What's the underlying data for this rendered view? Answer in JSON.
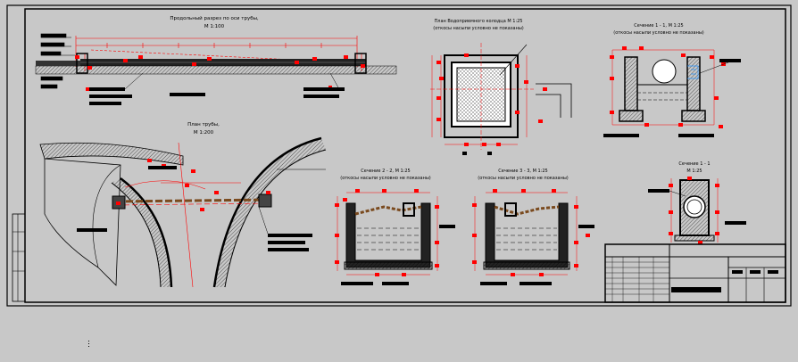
{
  "drawing": {
    "views": {
      "longitudinal": {
        "title": "Продольный разрез по оси трубы,",
        "scale": "М 1:100"
      },
      "plan": {
        "title": "План трубы,",
        "scale": "М 1:200"
      },
      "well_plan": {
        "title": "План Водоприемного колодца М 1:25",
        "note": "(откосы насыпи условно не показаны)"
      },
      "section_1_1": {
        "title": "Сечение 1 - 1, М 1:25",
        "note": "(откосы насыпи условно не показаны)"
      },
      "section_2_2": {
        "title": "Сечение 2 - 2, М 1:25",
        "note": "(откосы насыпи условно не показаны)"
      },
      "section_3_3": {
        "title": "Сечение 3 - 3, М 1:25",
        "note": "(откосы насыпи условно не показаны)"
      },
      "section_1_1_small": {
        "title": "Сечение 1 - 1",
        "scale": "М 1:25"
      }
    },
    "colors": {
      "background": "#c8c8c8",
      "ink": "#000000",
      "dimension": "#ff0000",
      "hatch": "#7a4a1e",
      "annotation": "#1e90ff"
    }
  }
}
